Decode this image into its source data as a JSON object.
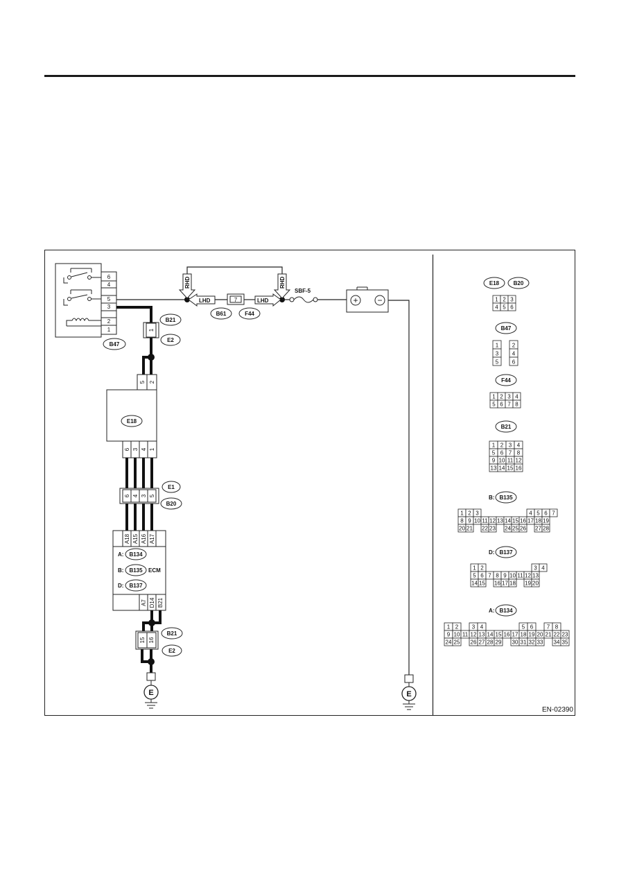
{
  "figure_code": "EN-02390",
  "connectors": {
    "b47": "B47",
    "b21_top": "B21",
    "e2_top": "E2",
    "b61": "B61",
    "f44": "F44",
    "e18": "E18",
    "e1": "E1",
    "b20": "B20",
    "b134": "B134",
    "b135": "B135",
    "b137": "B137",
    "b21_bot": "B21",
    "e2_bot": "E2"
  },
  "ecm": {
    "label": "ECM",
    "prefix_a": "A:",
    "prefix_b": "B:",
    "prefix_d": "D:"
  },
  "fuse": {
    "label": "SBF-5"
  },
  "battery": {
    "plus": "+",
    "minus": "−"
  },
  "ground": {
    "symbol": "E"
  },
  "route": {
    "rhd": "RHD",
    "lhd": "LHD"
  },
  "pins": {
    "b47": [
      "6",
      "4",
      "5",
      "3",
      "2",
      "1"
    ],
    "b21_top": "1",
    "e18_top": [
      "5",
      "2"
    ],
    "e18_bot": [
      "6",
      "3",
      "4",
      "1"
    ],
    "e1": [
      "6",
      "4",
      "3",
      "5"
    ],
    "ecm_top": [
      "A18",
      "A15",
      "A16",
      "A17"
    ],
    "ecm_bot": [
      "A7",
      "D14",
      "B21"
    ],
    "b21_bot": [
      "15",
      "16"
    ],
    "b61_f44": "7"
  },
  "legend": {
    "e18_b20": {
      "tags": [
        "E18",
        "B20"
      ],
      "rows": [
        [
          "1",
          "2",
          "3"
        ],
        [
          "4",
          "5",
          "6"
        ]
      ]
    },
    "b47": {
      "tag": "B47",
      "rows": [
        [
          "1",
          "",
          "2"
        ],
        [
          "3",
          "",
          "4"
        ],
        [
          "5",
          "",
          "6"
        ]
      ]
    },
    "f44": {
      "tag": "F44",
      "rows": [
        [
          "1",
          "2",
          "3",
          "4"
        ],
        [
          "5",
          "6",
          "7",
          "8"
        ]
      ]
    },
    "b21": {
      "tag": "B21",
      "rows": [
        [
          "1",
          "2",
          "3",
          "4"
        ],
        [
          "5",
          "6",
          "7",
          "8"
        ],
        [
          "9",
          "10",
          "11",
          "12"
        ],
        [
          "13",
          "14",
          "15",
          "16"
        ]
      ]
    },
    "b135": {
      "prefix": "B:",
      "tag": "B135",
      "rows": [
        [
          "1",
          "2",
          "3",
          "",
          "",
          "",
          "",
          "",
          "",
          "4",
          "5",
          "6",
          "7"
        ],
        [
          "8",
          "9",
          "10",
          "11",
          "12",
          "13",
          "14",
          "15",
          "16",
          "17",
          "18",
          "19"
        ],
        [
          "20",
          "21",
          "",
          "22",
          "23",
          "",
          "24",
          "25",
          "26",
          "",
          "27",
          "28"
        ]
      ]
    },
    "b137": {
      "prefix": "D:",
      "tag": "B137",
      "rows": [
        [
          "1",
          "2",
          "",
          "",
          "",
          "",
          "",
          "",
          "3",
          "4"
        ],
        [
          "5",
          "6",
          "7",
          "8",
          "9",
          "10",
          "11",
          "12",
          "13"
        ],
        [
          "14",
          "15",
          "",
          "16",
          "17",
          "18",
          "",
          "19",
          "20"
        ]
      ]
    },
    "b134": {
      "prefix": "A:",
      "tag": "B134",
      "rows": [
        [
          "1",
          "2",
          "",
          "3",
          "4",
          "",
          "",
          "",
          "",
          "5",
          "6",
          "",
          "7",
          "8"
        ],
        [
          "9",
          "10",
          "11",
          "12",
          "13",
          "14",
          "15",
          "16",
          "17",
          "18",
          "19",
          "20",
          "21",
          "22",
          "23"
        ],
        [
          "24",
          "25",
          "",
          "26",
          "27",
          "28",
          "29",
          "",
          "30",
          "31",
          "32",
          "33",
          "",
          "34",
          "35"
        ]
      ]
    }
  }
}
